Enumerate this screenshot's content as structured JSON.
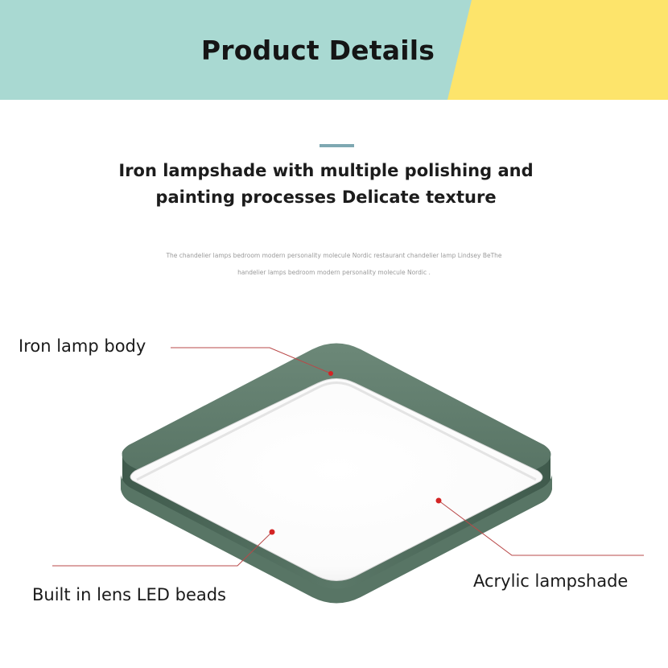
{
  "banner": {
    "title": "Product Details",
    "colors": {
      "left": "#a9d9d2",
      "right": "#fde46b"
    }
  },
  "headline": {
    "line1": "Iron lampshade with multiple polishing and",
    "line2": "painting processes Delicate texture"
  },
  "description": {
    "line1": "The chandelier lamps bedroom modern personality molecule Nordic restaurant chandelier lamp Lindsey BeThe",
    "line2": "handelier lamps bedroom modern personality molecule Nordic ."
  },
  "callouts": {
    "body": "Iron lamp body",
    "beads": "Built in lens LED beads",
    "acrylic": "Acrylic lampshade"
  },
  "colors": {
    "lamp_frame": "#4f6b5c",
    "lamp_frame_light": "#6f8b7b",
    "leader_line": "#b94848",
    "dot": "#d42424",
    "divider": "#7ea8b2"
  }
}
